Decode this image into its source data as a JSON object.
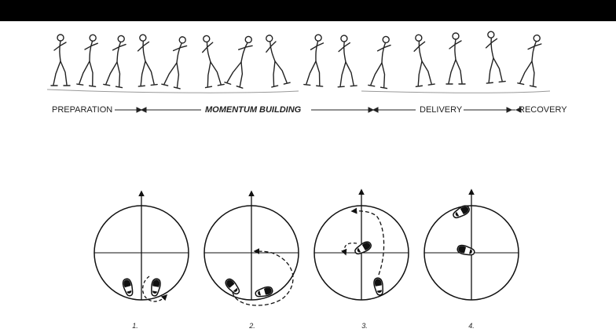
{
  "phases": {
    "preparation": "PREPARATION",
    "momentum": "MOMENTUM BUILDING",
    "delivery": "DELIVERY",
    "recovery": "RECOVERY"
  },
  "diagrams": [
    {
      "caption": "1."
    },
    {
      "caption": "2."
    },
    {
      "caption": "3."
    },
    {
      "caption": "4."
    }
  ],
  "colors": {
    "topbar": "#000000",
    "ink": "#111111"
  }
}
